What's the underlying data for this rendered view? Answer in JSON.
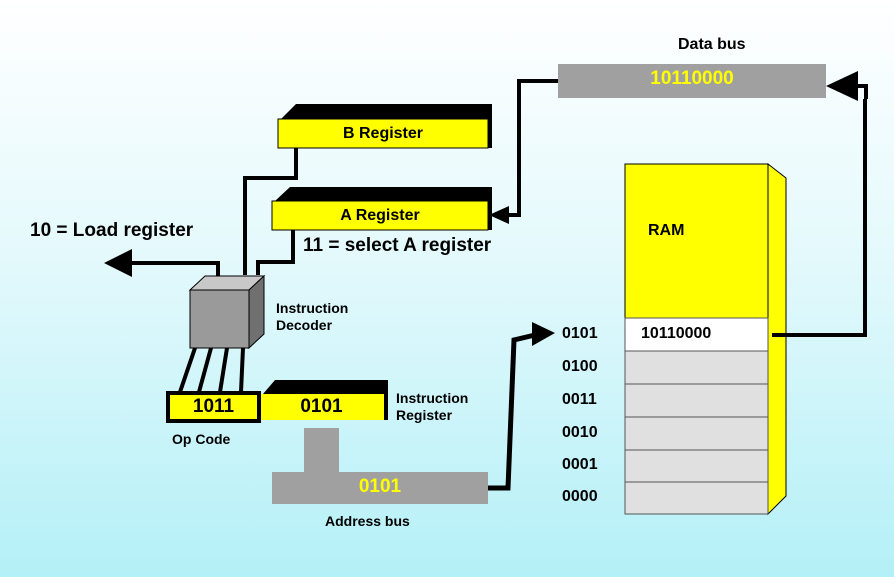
{
  "labels": {
    "data_bus": "Data bus",
    "data_bus_value": "10110000",
    "b_register": "B Register",
    "a_register": "A Register",
    "load_register": "10 = Load register",
    "select_a": "11 = select A register",
    "decoder_line1": "Instruction",
    "decoder_line2": "Decoder",
    "instr_reg_line1": "Instruction",
    "instr_reg_line2": "Register",
    "opcode_value": "1011",
    "operand_value": "0101",
    "op_code": "Op Code",
    "address_bus": "Address bus",
    "address_bus_value": "0101",
    "ram": "RAM"
  },
  "ram": {
    "selected_address": "0101",
    "selected_value": "10110000",
    "addresses": [
      "0100",
      "0011",
      "0010",
      "0001",
      "0000"
    ]
  },
  "colors": {
    "yellow": "#ffff00",
    "gray": "#a0a0a0",
    "cell_gray": "#e0e0e0",
    "background_top": "#ffffff",
    "background_bottom": "#b4f0f7"
  }
}
